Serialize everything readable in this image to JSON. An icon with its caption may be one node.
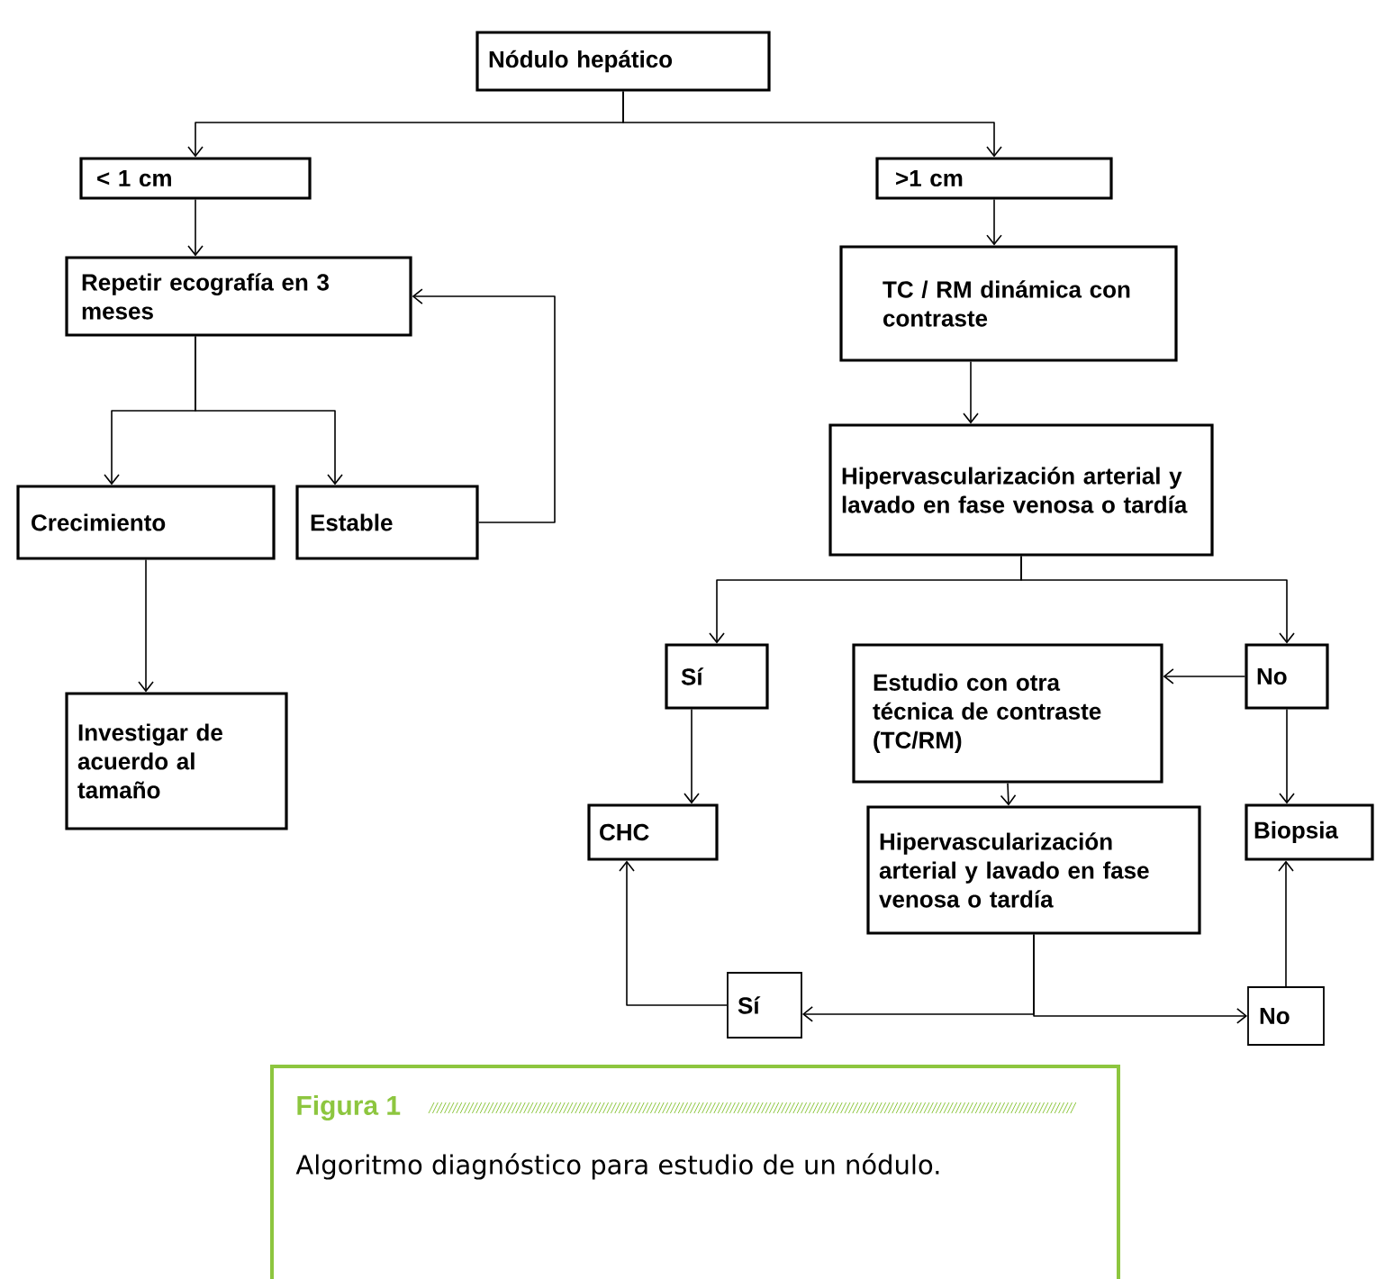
{
  "diagram": {
    "caption": "Algoritmo diagnóstico para estudio de un nódulo.",
    "nodes": [
      {
        "text": [
          "Nódulo hepático"
        ]
      },
      {
        "text": [
          "< 1 cm"
        ]
      },
      {
        "text": [
          ">1 cm"
        ]
      },
      {
        "text": [
          "Repetir ecografía en 3 meses"
        ]
      },
      {
        "text": [
          "TC / RM dinámica con contraste"
        ]
      },
      {
        "text": [
          "Crecimiento"
        ]
      },
      {
        "text": [
          "Estable"
        ]
      },
      {
        "text": [
          "Investigar de acuerdo al tamaño"
        ]
      },
      {
        "text": [
          "Hipervascularización arterial y lavado en fase venosa o tardía"
        ]
      },
      {
        "text": [
          "Sí"
        ]
      },
      {
        "text": [
          "Estudio con otra técnica de contraste (TC/RM)"
        ]
      },
      {
        "text": [
          "No"
        ]
      },
      {
        "text": [
          "CHC"
        ]
      },
      {
        "text": [
          "Hipervascularización arterial y lavado en fase venosa o tardía"
        ]
      },
      {
        "text": [
          "Biopsia"
        ]
      },
      {
        "text": [
          "Sí"
        ]
      },
      {
        "text": [
          "No"
        ]
      }
    ],
    "edges": [
      {
        "from": 0,
        "to": 1,
        "arrow": "to"
      },
      {
        "from": 0,
        "to": 2,
        "arrow": "to"
      },
      {
        "from": 1,
        "to": 3,
        "arrow": "to"
      },
      {
        "from": 3,
        "to": 5,
        "arrow": "to"
      },
      {
        "from": 3,
        "to": 6,
        "arrow": "to"
      },
      {
        "from": 6,
        "to": 3,
        "arrow": "to"
      },
      {
        "from": 5,
        "to": 7,
        "arrow": "to"
      },
      {
        "from": 2,
        "to": 4,
        "arrow": "to"
      },
      {
        "from": 4,
        "to": 8,
        "arrow": "to"
      },
      {
        "from": 8,
        "to": 9,
        "arrow": "to"
      },
      {
        "from": 8,
        "to": 11,
        "arrow": "to"
      },
      {
        "from": 9,
        "to": 12,
        "arrow": "to"
      },
      {
        "from": 11,
        "to": 10,
        "arrow": "to"
      },
      {
        "from": 10,
        "to": 13,
        "arrow": "to"
      },
      {
        "from": 11,
        "to": 14,
        "arrow": "to"
      },
      {
        "from": 13,
        "to": 15,
        "arrow": "to"
      },
      {
        "from": 13,
        "to": 16,
        "arrow": "to"
      },
      {
        "from": 15,
        "to": 12,
        "arrow": "to"
      },
      {
        "from": 16,
        "to": 14,
        "arrow": "to"
      }
    ],
    "labels": [
      "Figura 1"
    ]
  }
}
